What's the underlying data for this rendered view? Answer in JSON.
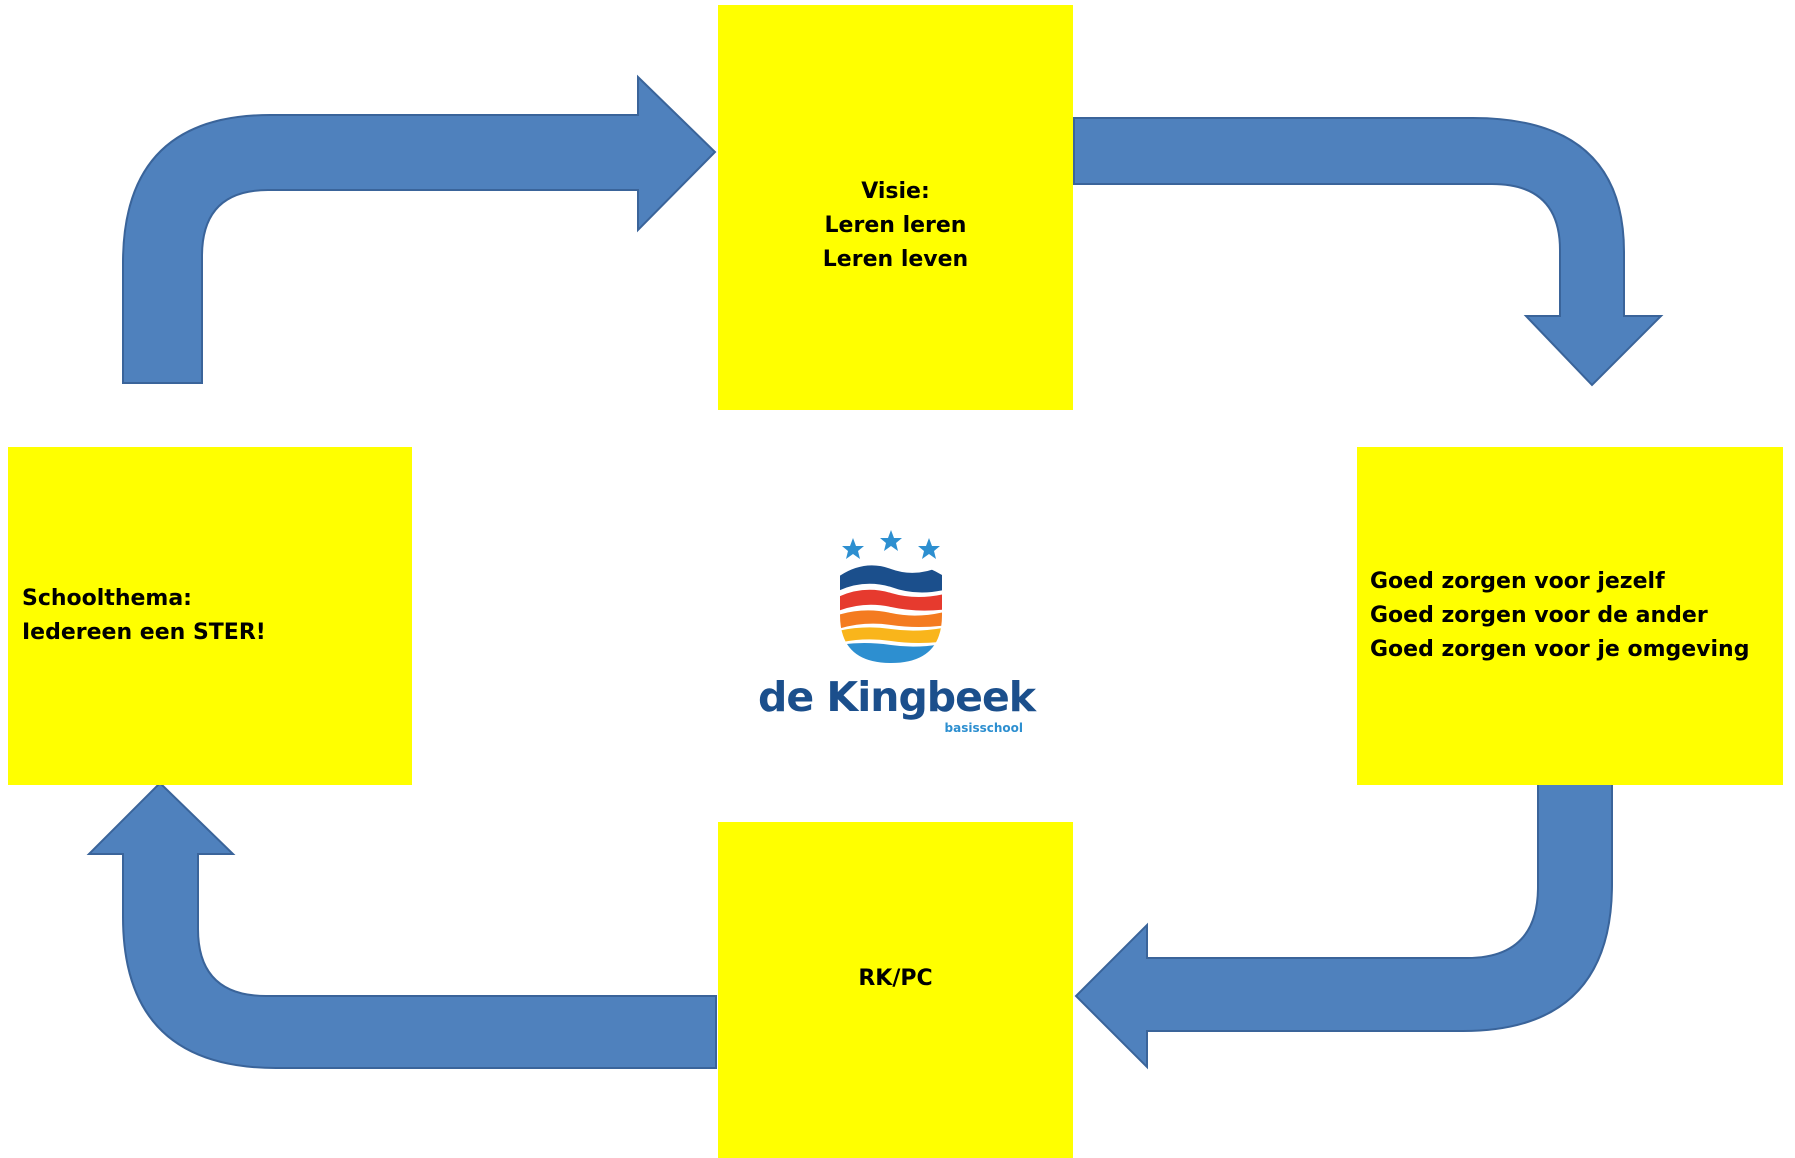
{
  "diagram": {
    "nodes": {
      "top": {
        "lines": [
          "Visie:",
          "Leren leren",
          "Leren leven"
        ]
      },
      "right": {
        "lines": [
          "Goed zorgen voor jezelf",
          "Goed zorgen voor de ander",
          "Goed zorgen voor je omgeving"
        ]
      },
      "bottom": {
        "lines": [
          "RK/PC"
        ]
      },
      "left": {
        "lines": [
          "Schoolthema:",
          "Iedereen een STER!"
        ]
      }
    },
    "edges": [
      {
        "from": "left",
        "to": "top"
      },
      {
        "from": "top",
        "to": "right"
      },
      {
        "from": "right",
        "to": "bottom"
      },
      {
        "from": "bottom",
        "to": "left"
      }
    ],
    "colors": {
      "box_fill": "#ffff00",
      "arrow_fill": "#4f81bd",
      "arrow_stroke": "#3a649a",
      "text": "#000000"
    }
  },
  "logo": {
    "name": "de Kingbeek",
    "subtitle": "basisschool",
    "icon": "shield-stars-icon",
    "colors": {
      "star": "#2d8fd0",
      "wave_dark": "#1b4f8c",
      "red": "#e63a2e",
      "orange": "#f47b20",
      "yellow": "#f9b51b",
      "blue": "#2d8fd0"
    }
  }
}
